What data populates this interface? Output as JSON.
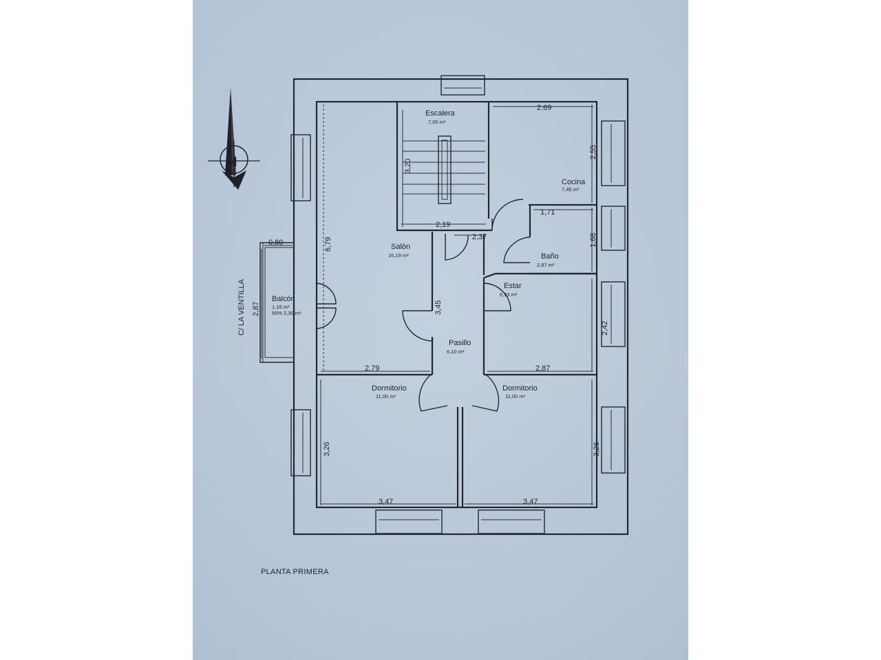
{
  "plan": {
    "caption": "PLANTA PRIMERA",
    "street": "C/ LA VENTILLA",
    "north": "N",
    "rooms": {
      "escalera": {
        "name": "Escalera",
        "area": "7,00  m²"
      },
      "cocina": {
        "name": "Cocina",
        "area": "7,45  m²"
      },
      "salon": {
        "name": "Salón",
        "area": "16,19  m²"
      },
      "banio": {
        "name": "Baño",
        "area": "2,87  m²"
      },
      "estar": {
        "name": "Estar",
        "area": "6,93  m²"
      },
      "balcon": {
        "name": "Balcón",
        "area": "1,16  m²",
        "area_extra": "50% 2,30 m²"
      },
      "pasillo": {
        "name": "Pasillo",
        "area": "6,10  m²"
      },
      "dorm1": {
        "name": "Dormitorio",
        "area": "11,00  m²"
      },
      "dorm2": {
        "name": "Dormitorio",
        "area": "11,00  m²"
      }
    },
    "dims": {
      "cocina_w": "2.69",
      "cocina_h": "2,55",
      "banio_w": "1,71",
      "banio_h": "1,68",
      "escalera_h": "3,20",
      "escalera_w": "2,19",
      "pasillo_w": "2,37",
      "salon_h": "6,79",
      "balcon_w": "0,80",
      "balcon_h": "2,87",
      "pasillo_h": "3,45",
      "salon_w": "2,79",
      "estar_h": "2,42",
      "estar_w": "2,87",
      "dorm1_h": "3,26",
      "dorm2_h": "3,26",
      "dorm1_w": "3,47",
      "dorm2_w": "3,47"
    }
  }
}
